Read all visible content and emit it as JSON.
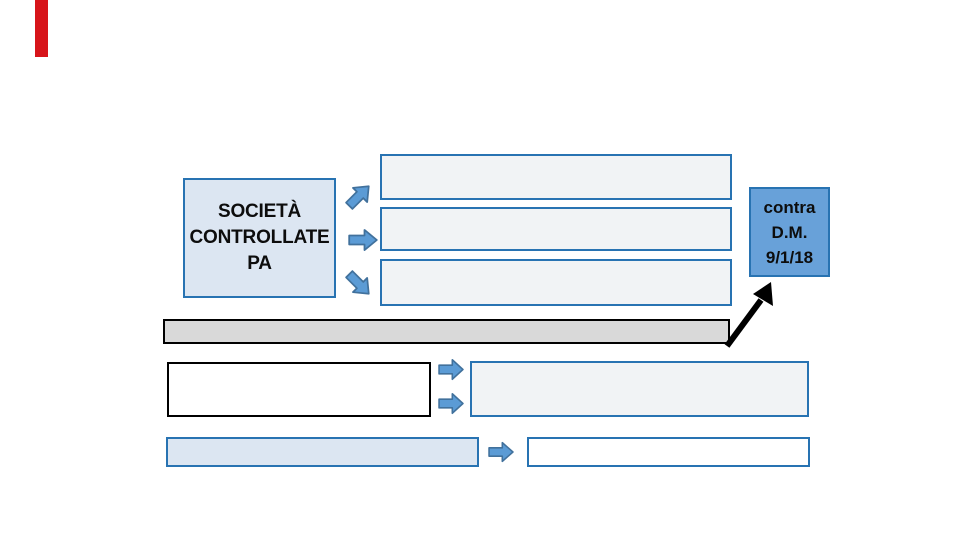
{
  "slide_type": "presentation-diagram",
  "colors": {
    "background": "#ffffff",
    "blue_border": "#2873b2",
    "light_blue_fill": "#dce6f2",
    "light_gray_fill": "#f1f3f5",
    "gray_bar_fill": "#d9d9d9",
    "contra_fill": "#68a1d9",
    "arrow_fill": "#5b9bd5",
    "arrow_stroke": "#41719c",
    "black": "#000000",
    "red_marker": "#d7141a",
    "text": "#0d0d0d"
  },
  "source_box": {
    "lines": [
      "SOCIETÀ",
      "CONTROLLATE",
      "PA"
    ]
  },
  "contra_box": {
    "lines": [
      "contra",
      "D.M.",
      "9/1/18"
    ]
  },
  "empty_shapes": {
    "list_boxes_count": 3,
    "gray_bar": "",
    "white_box": "",
    "midright_box": "",
    "lightblue_bar": "",
    "bottomright_box": ""
  },
  "icons": [
    "arrow-up-right-icon",
    "arrow-right-icon",
    "arrow-down-right-icon",
    "black-arrow-up-right-icon"
  ]
}
